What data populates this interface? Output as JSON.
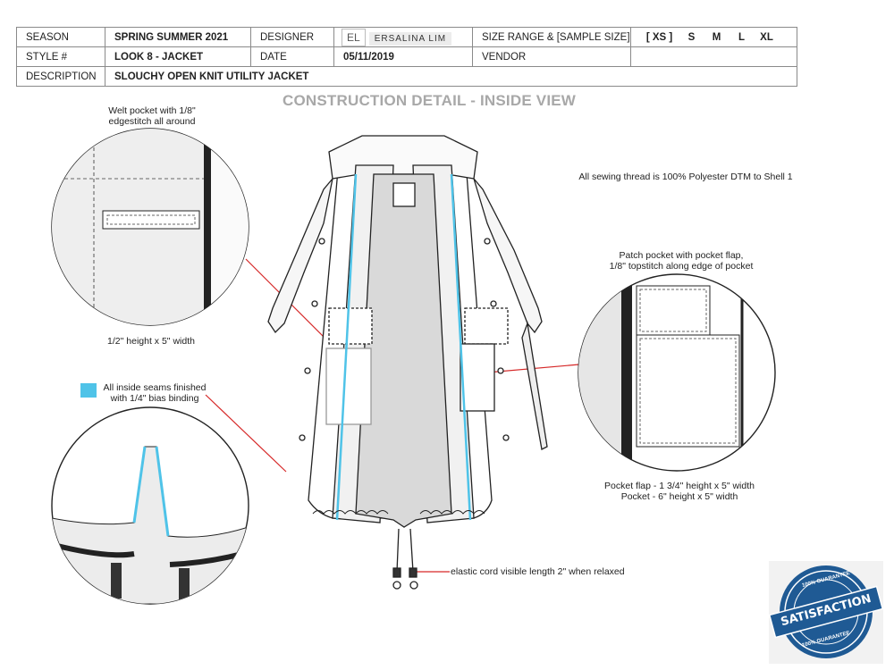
{
  "header": {
    "season_label": "SEASON",
    "season_value": "SPRING SUMMER 2021",
    "designer_label": "DESIGNER",
    "logo_mark": "EL",
    "designer_value": "ERSALINA LIM",
    "size_label": "SIZE RANGE & [SAMPLE SIZE]",
    "sizes": [
      "[ XS ]",
      "S",
      "M",
      "L",
      "XL"
    ],
    "style_label": "STYLE #",
    "style_value": "LOOK 8 - JACKET",
    "date_label": "DATE",
    "date_value": "05/11/2019",
    "vendor_label": "VENDOR",
    "description_label": "DESCRIPTION",
    "description_value": "SLOUCHY OPEN KNIT UTILITY JACKET"
  },
  "title": "CONSTRUCTION DETAIL - INSIDE VIEW",
  "callouts": {
    "welt_pocket": [
      "Welt pocket with 1/8\"",
      "edgestitch all around"
    ],
    "welt_size": "1/2\" height x 5\" width",
    "seams": [
      "All inside seams finished",
      "with 1/4\" bias binding"
    ],
    "thread": "All sewing thread is 100% Polyester DTM to Shell 1",
    "patch_pocket": [
      "Patch pocket with pocket flap,",
      "1/8\" topstitch along edge of pocket"
    ],
    "pocket_sizes": [
      "Pocket flap - 1 3/4\" height x 5\" width",
      "Pocket - 6\" height x 5\" width"
    ],
    "elastic": "elastic cord visible length 2\" when relaxed"
  },
  "badge": {
    "text": "SATISFACTION",
    "ring_top": "100% GUARANTEE",
    "ring_bottom": "100% GUARANTEE",
    "color": "#1f5a94"
  },
  "colors": {
    "binding": "#4fc3e8",
    "leader": "#d62828"
  }
}
